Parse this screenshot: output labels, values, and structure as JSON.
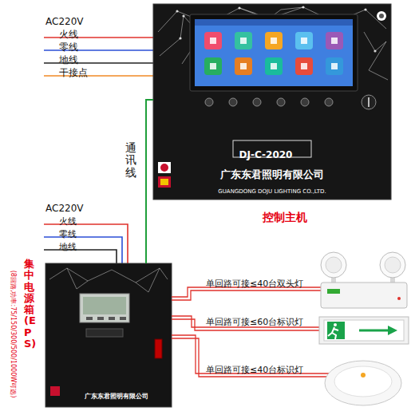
{
  "diagram": {
    "nodes": [
      {
        "text": [
          "DJ-C-2020",
          "广东东君照明有限公司",
          "GUANGDONG DOJU LIGHTING CO.,LTD.",
          "控制主机"
        ]
      },
      {
        "text": [
          "集中电源箱(EPS)",
          "(8回路,功率:75/150/300/500/1000W可选)",
          "广东东君照明有限公司"
        ]
      }
    ],
    "edges": [
      {
        "from": 0,
        "to": 1,
        "arrow": "none",
        "label": "通讯线"
      }
    ],
    "labels": [
      "AC220V",
      "火线",
      "零线",
      "地线",
      "干接点",
      "AC220V",
      "火线",
      "零线",
      "地线",
      "单回路可接≤40台双头灯",
      "单回路可接≤60台标识灯",
      "单回路可接≤40台标识灯"
    ]
  }
}
